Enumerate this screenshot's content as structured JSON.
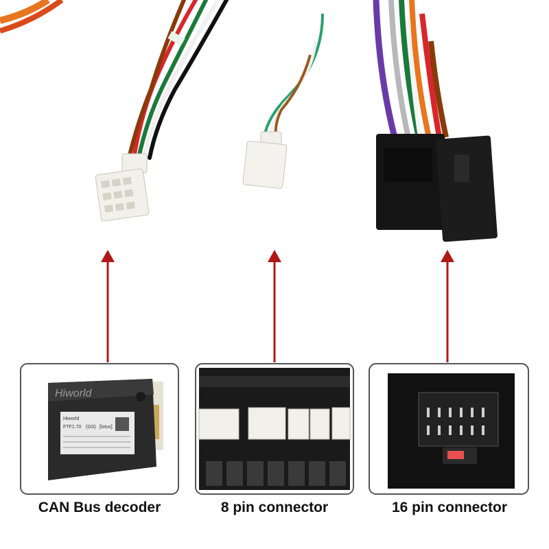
{
  "captions": {
    "can_bus": "CAN Bus decoder",
    "pin8": "8 pin connector",
    "pin16": "16 pin connector"
  },
  "decoder_label": {
    "brand": "Hiworld",
    "brand_small": "Hiworld",
    "model": "FTF1.70",
    "code": "(GS)",
    "extra": "[lotus]"
  },
  "colors": {
    "arrow": "#b01818",
    "frame": "#555555",
    "connector_white": "#f2f0ea",
    "connector_black": "#141414"
  }
}
